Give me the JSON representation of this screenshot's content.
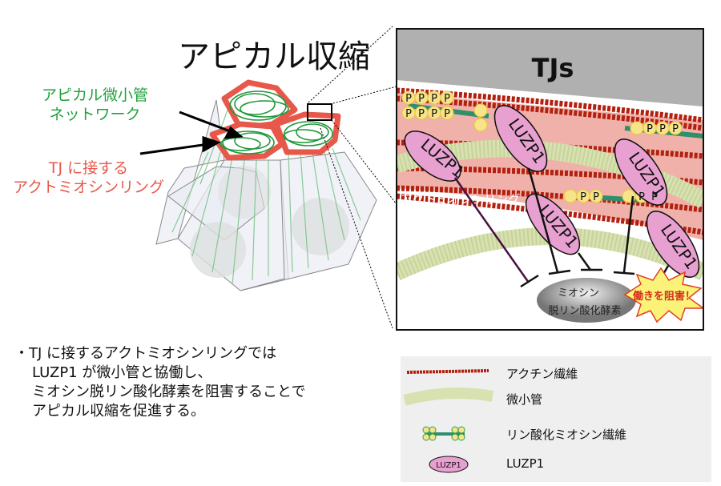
{
  "title": "アピカル収縮",
  "labels": {
    "microtubule_network": [
      "アピカル微小管",
      "ネットワーク"
    ],
    "actomyosin_ring": [
      "TJ に接する",
      "アクトミオシンリング"
    ]
  },
  "detail": {
    "tjs": "TJs",
    "ring_label": "アクトミオシンリング",
    "luzp1": "LUZP1",
    "p": "P",
    "phosphatase": [
      "ミオシン",
      "脱リン酸化酵素"
    ],
    "inhibit": "働きを阻害！"
  },
  "summary": [
    "・TJ に接するアクトミオシンリングでは",
    "LUZP1 が微小管と協働し、",
    "ミオシン脱リン酸化酵素を阻害することで",
    "アピカル収縮を促進する。"
  ],
  "legend": [
    {
      "label": "アクチン繊維"
    },
    {
      "label": "微小管"
    },
    {
      "label": "リン酸化ミオシン繊維"
    },
    {
      "label": "LUZP1"
    }
  ],
  "colors": {
    "actin": "#b3200f",
    "microtubule": "#d8e2b0",
    "luzp1": "#e8a0d0",
    "ring": "#e8584a",
    "mt_network": "#1f9a3a"
  }
}
